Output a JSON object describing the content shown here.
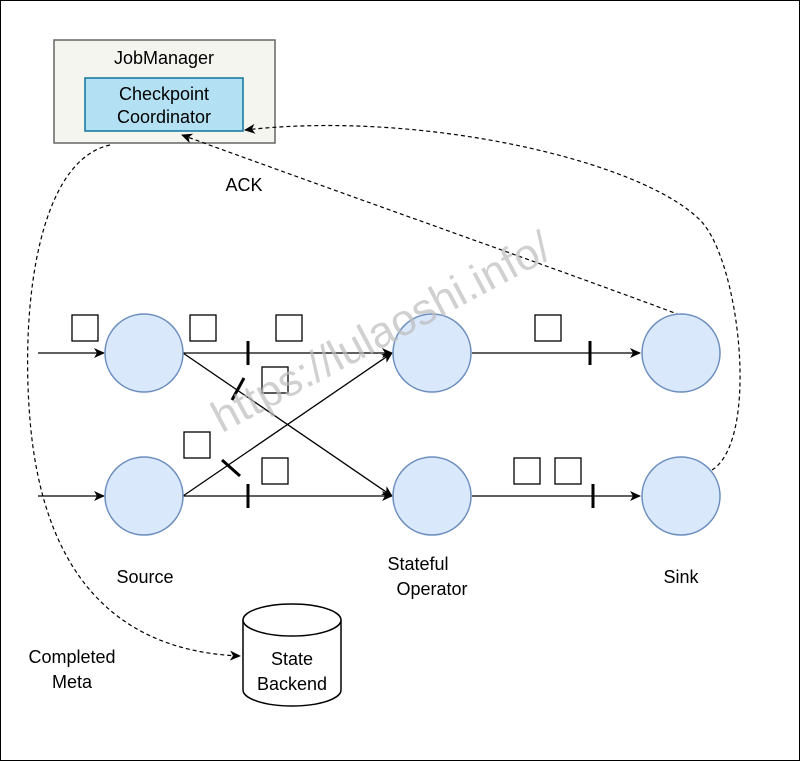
{
  "colors": {
    "jobmanager_fill": "#f5f5f0",
    "jobmanager_stroke": "#666666",
    "coordinator_fill": "#b3e0f2",
    "coordinator_stroke": "#10739e",
    "node_fill": "#dae8fc",
    "node_stroke": "#6c8ebf",
    "line": "#000000",
    "watermark": "#bdbdbd"
  },
  "jobmanager": {
    "title": "JobManager",
    "coordinator_line1": "Checkpoint",
    "coordinator_line2": "Coordinator"
  },
  "labels": {
    "ack": "ACK",
    "source": "Source",
    "stateful_line1": "Stateful",
    "stateful_line2": "Operator",
    "sink": "Sink",
    "completed_line1": "Completed",
    "completed_line2": "Meta",
    "state_line1": "State",
    "state_line2": "Backend"
  },
  "watermark": "https://lulaoshi.info/"
}
